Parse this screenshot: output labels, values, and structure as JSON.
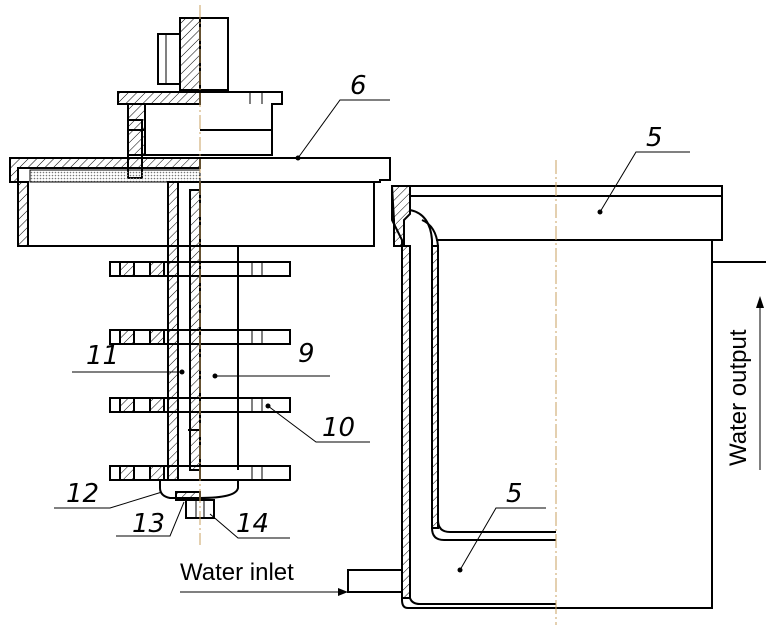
{
  "labels": {
    "water_inlet": "Water inlet",
    "water_output": "Water output",
    "callouts": [
      "6",
      "5",
      "5",
      "9",
      "10",
      "11",
      "12",
      "13",
      "14"
    ]
  },
  "colors": {
    "line": "#000000",
    "axis": "#c8a060",
    "insulation": "#9a9a9a"
  }
}
